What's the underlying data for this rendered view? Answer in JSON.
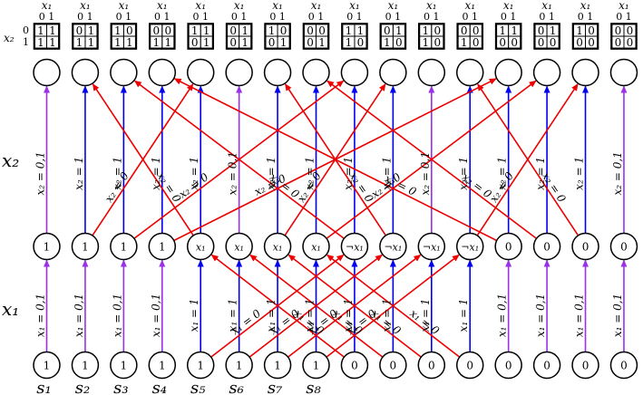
{
  "side_labels": {
    "x1": "x₁",
    "x2": "x₂"
  },
  "table_headers": {
    "col_var": "x₁",
    "col_values": "0 1",
    "row_var": "x₂",
    "row_values": [
      "0",
      "1"
    ]
  },
  "truth_tables": [
    [
      "11",
      "11"
    ],
    [
      "01",
      "11"
    ],
    [
      "10",
      "11"
    ],
    [
      "00",
      "11"
    ],
    [
      "11",
      "01"
    ],
    [
      "01",
      "01"
    ],
    [
      "10",
      "01"
    ],
    [
      "00",
      "01"
    ],
    [
      "11",
      "10"
    ],
    [
      "01",
      "10"
    ],
    [
      "10",
      "10"
    ],
    [
      "00",
      "10"
    ],
    [
      "11",
      "00"
    ],
    [
      "01",
      "00"
    ],
    [
      "10",
      "00"
    ],
    [
      "00",
      "00"
    ]
  ],
  "mid_nodes": [
    "1",
    "1",
    "1",
    "1",
    "x₁",
    "x₁",
    "x₁",
    "x₁",
    "¬x₁",
    "¬x₁",
    "¬x₁",
    "¬x₁",
    "0",
    "0",
    "0",
    "0"
  ],
  "bottom_nodes": [
    "1",
    "1",
    "1",
    "1",
    "1",
    "1",
    "1",
    "1",
    "0",
    "0",
    "0",
    "0",
    "0",
    "0",
    "0",
    "0"
  ],
  "s_labels": [
    "s₁",
    "s₂",
    "s₃",
    "s₄",
    "s₅",
    "s₆",
    "s₇",
    "s₈"
  ],
  "edge_labels": {
    "both_x1": "x₁ = 0,1",
    "both_x2": "x₂ = 0,1",
    "x1_eq_0": "x₁ = 0",
    "x1_eq_1": "x₁ = 1",
    "x2_eq_0": "x₂ = 0",
    "x2_eq_1": "x₂ = 1"
  },
  "colors": {
    "both": "#9b30e8",
    "one": "#0000ee",
    "zero": "#ee0000",
    "ink": "#000000"
  },
  "lower_edges": [
    {
      "from": 1,
      "to": 1,
      "type": "both"
    },
    {
      "from": 2,
      "to": 2,
      "type": "both"
    },
    {
      "from": 3,
      "to": 3,
      "type": "both"
    },
    {
      "from": 4,
      "to": 4,
      "type": "both"
    },
    {
      "from": 5,
      "to": 5,
      "type": "one"
    },
    {
      "from": 6,
      "to": 6,
      "type": "one"
    },
    {
      "from": 7,
      "to": 7,
      "type": "one"
    },
    {
      "from": 8,
      "to": 8,
      "type": "one"
    },
    {
      "from": 9,
      "to": 9,
      "type": "one"
    },
    {
      "from": 10,
      "to": 10,
      "type": "one"
    },
    {
      "from": 11,
      "to": 11,
      "type": "one"
    },
    {
      "from": 12,
      "to": 12,
      "type": "one"
    },
    {
      "from": 13,
      "to": 13,
      "type": "both"
    },
    {
      "from": 14,
      "to": 14,
      "type": "both"
    },
    {
      "from": 15,
      "to": 15,
      "type": "both"
    },
    {
      "from": 16,
      "to": 16,
      "type": "both"
    },
    {
      "from": 9,
      "to": 5,
      "type": "zero"
    },
    {
      "from": 10,
      "to": 6,
      "type": "zero"
    },
    {
      "from": 11,
      "to": 7,
      "type": "zero"
    },
    {
      "from": 12,
      "to": 8,
      "type": "zero"
    },
    {
      "from": 5,
      "to": 9,
      "type": "zero"
    },
    {
      "from": 6,
      "to": 10,
      "type": "zero"
    },
    {
      "from": 7,
      "to": 11,
      "type": "zero"
    },
    {
      "from": 8,
      "to": 12,
      "type": "zero"
    }
  ],
  "upper_edges": [
    {
      "from": 1,
      "to": 1,
      "type": "both"
    },
    {
      "from": 2,
      "to": 2,
      "type": "one"
    },
    {
      "from": 3,
      "to": 3,
      "type": "one"
    },
    {
      "from": 4,
      "to": 4,
      "type": "one"
    },
    {
      "from": 5,
      "to": 5,
      "type": "one"
    },
    {
      "from": 6,
      "to": 6,
      "type": "both"
    },
    {
      "from": 7,
      "to": 7,
      "type": "one"
    },
    {
      "from": 8,
      "to": 8,
      "type": "one"
    },
    {
      "from": 9,
      "to": 9,
      "type": "one"
    },
    {
      "from": 10,
      "to": 10,
      "type": "one"
    },
    {
      "from": 11,
      "to": 11,
      "type": "both"
    },
    {
      "from": 12,
      "to": 12,
      "type": "one"
    },
    {
      "from": 13,
      "to": 13,
      "type": "one"
    },
    {
      "from": 14,
      "to": 14,
      "type": "one"
    },
    {
      "from": 15,
      "to": 15,
      "type": "one"
    },
    {
      "from": 16,
      "to": 16,
      "type": "both"
    },
    {
      "from": 2,
      "to": 5,
      "type": "zero"
    },
    {
      "from": 3,
      "to": 9,
      "type": "zero"
    },
    {
      "from": 4,
      "to": 13,
      "type": "zero"
    },
    {
      "from": 5,
      "to": 2,
      "type": "zero"
    },
    {
      "from": 7,
      "to": 10,
      "type": "zero"
    },
    {
      "from": 8,
      "to": 14,
      "type": "zero"
    },
    {
      "from": 9,
      "to": 3,
      "type": "zero"
    },
    {
      "from": 10,
      "to": 7,
      "type": "zero"
    },
    {
      "from": 12,
      "to": 15,
      "type": "zero"
    },
    {
      "from": 13,
      "to": 4,
      "type": "zero"
    },
    {
      "from": 14,
      "to": 8,
      "type": "zero"
    },
    {
      "from": 15,
      "to": 12,
      "type": "zero"
    }
  ]
}
